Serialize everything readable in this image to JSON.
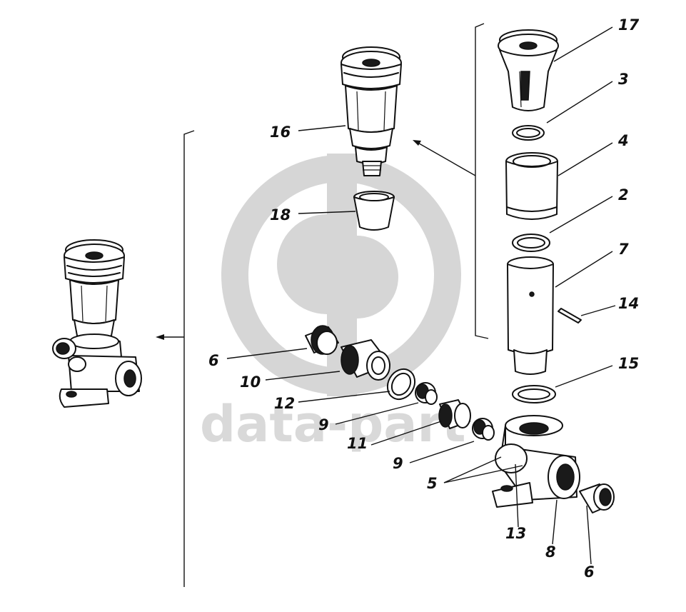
{
  "watermark": {
    "text": "data-part"
  },
  "callouts": [
    {
      "id": "c17",
      "label": "17"
    },
    {
      "id": "c3",
      "label": "3"
    },
    {
      "id": "c16",
      "label": "16"
    },
    {
      "id": "c4",
      "label": "4"
    },
    {
      "id": "c2",
      "label": "2"
    },
    {
      "id": "c18",
      "label": "18"
    },
    {
      "id": "c7",
      "label": "7"
    },
    {
      "id": "c14",
      "label": "14"
    },
    {
      "id": "c6a",
      "label": "6"
    },
    {
      "id": "c15",
      "label": "15"
    },
    {
      "id": "c10",
      "label": "10"
    },
    {
      "id": "c12",
      "label": "12"
    },
    {
      "id": "c9a",
      "label": "9"
    },
    {
      "id": "c11",
      "label": "11"
    },
    {
      "id": "c9b",
      "label": "9"
    },
    {
      "id": "c5",
      "label": "5"
    },
    {
      "id": "c13",
      "label": "13"
    },
    {
      "id": "c8",
      "label": "8"
    },
    {
      "id": "c6b",
      "label": "6"
    }
  ]
}
